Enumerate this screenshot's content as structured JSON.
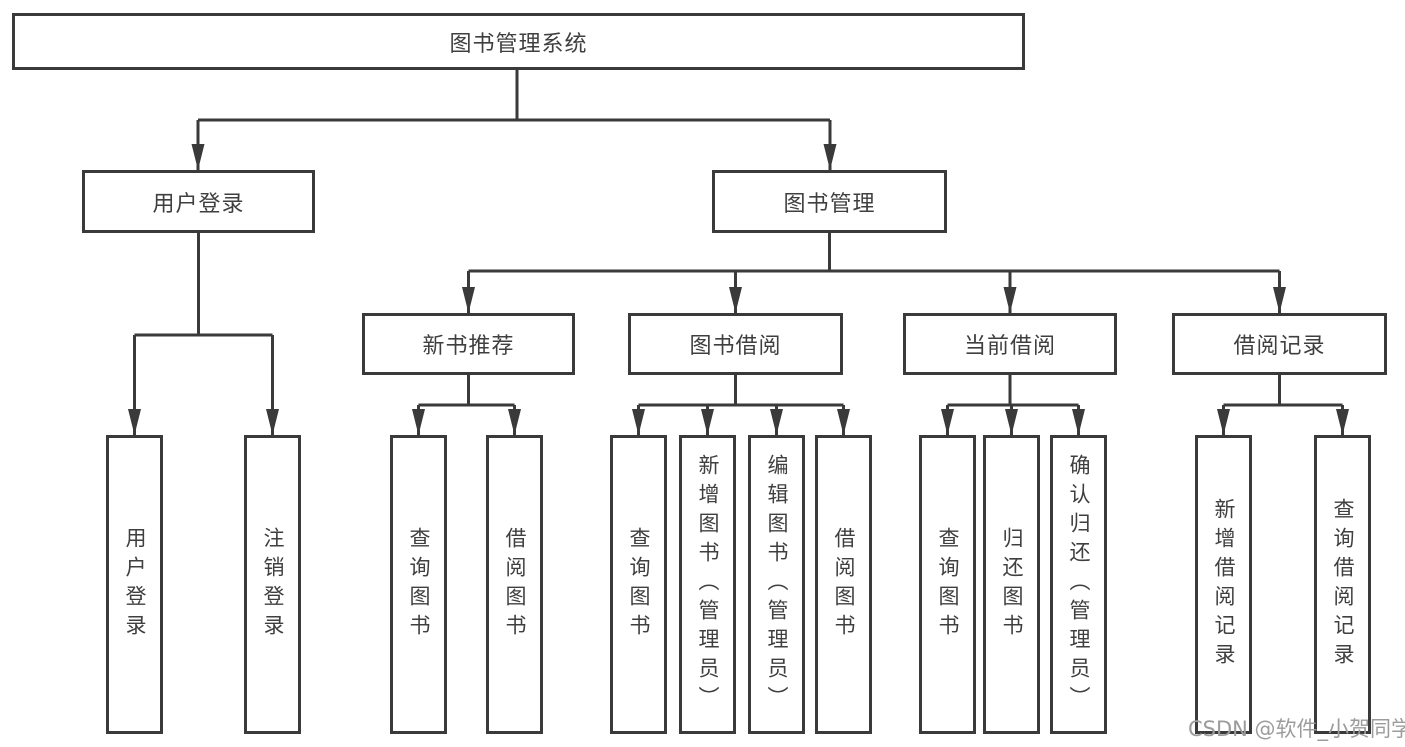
{
  "diagram_type": "tree-diagram",
  "tree": {
    "label": "图书管理系统",
    "children": [
      {
        "label": "用户登录",
        "children": [
          {
            "label": "用户登录"
          },
          {
            "label": "注销登录"
          }
        ]
      },
      {
        "label": "图书管理",
        "children": [
          {
            "label": "新书推荐",
            "children": [
              {
                "label": "查询图书"
              },
              {
                "label": "借阅图书"
              }
            ]
          },
          {
            "label": "图书借阅",
            "children": [
              {
                "label": "查询图书"
              },
              {
                "label": "新增图书（管理员）"
              },
              {
                "label": "编辑图书（管理员）"
              },
              {
                "label": "借阅图书"
              }
            ]
          },
          {
            "label": "当前借阅",
            "children": [
              {
                "label": "查询图书"
              },
              {
                "label": "归还图书"
              },
              {
                "label": "确认归还（管理员）"
              }
            ]
          },
          {
            "label": "借阅记录",
            "children": [
              {
                "label": "新增借阅记录"
              },
              {
                "label": "查询借阅记录"
              }
            ]
          }
        ]
      }
    ]
  },
  "watermark": "CSDN @软件_小贺同学",
  "colors": {
    "line": "#3a3a3a",
    "border": "#3a3a3a",
    "text": "#3f3f3f",
    "watermark": "#9c9c9c",
    "bg": "#ffffff"
  }
}
